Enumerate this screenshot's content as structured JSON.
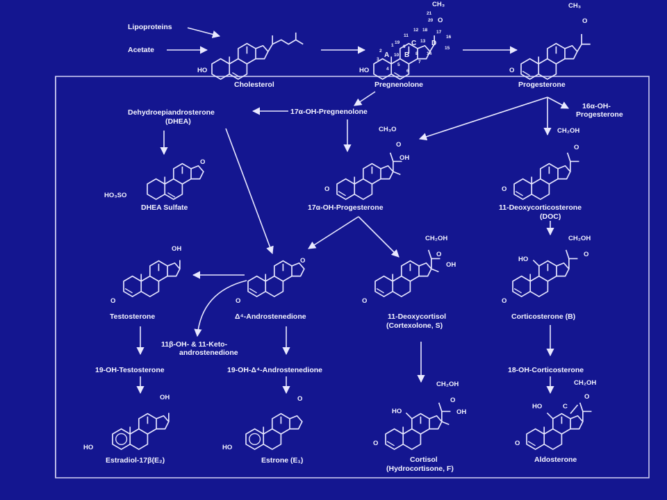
{
  "compounds": {
    "lipoproteins": "Lipoproteins",
    "acetate": "Acetate",
    "cholesterol": "Cholesterol",
    "pregnenolone": "Pregnenolone",
    "progesterone": "Progesterone",
    "dhea": "Dehydroepiandrosterone",
    "dhea_abbr": "(DHEA)",
    "oh_pregnenolone": "17α-OH-Pregnenolone",
    "oh16_progesterone_1": "16α-OH-",
    "oh16_progesterone_2": "Progesterone",
    "dhea_sulfate": "DHEA Sulfate",
    "oh17_progesterone": "17α-OH-Progesterone",
    "doc": "11-Deoxycorticosterone",
    "doc_abbr": "(DOC)",
    "testosterone": "Testosterone",
    "androstenedione": "Δ⁴-Androstenedione",
    "deoxycortisol": "11-Deoxycortisol",
    "deoxycortisol_alt": "(Cortexolone, S)",
    "corticosterone": "Corticosterone (B)",
    "keto_1": "11β-OH- & 11-Keto-",
    "keto_2": "androstenedione",
    "oh19_testosterone": "19-OH-Testosterone",
    "oh19_androstenedione": "19-OH-Δ⁴-Androstenedione",
    "oh18_corticosterone": "18-OH-Corticosterone",
    "estradiol": "Estradiol-17β(E₂)",
    "estrone": "Estrone (E₁)",
    "cortisol": "Cortisol",
    "cortisol_alt": "(Hydrocortisone, F)",
    "aldosterone": "Aldosterone"
  },
  "groups": {
    "ho": "HO",
    "oh": "OH",
    "o": "O",
    "ch3": "CH₃",
    "ch2oh": "CH₂OH",
    "ch3o": "CH₃O",
    "ho3so": "HO₃SO",
    "ho_c": "HO",
    "c": "C"
  },
  "ring_labels": {
    "a": "A",
    "b": "B",
    "c": "C",
    "d": "D"
  },
  "numbering": [
    "1",
    "2",
    "3",
    "4",
    "5",
    "6",
    "7",
    "8",
    "9",
    "10",
    "11",
    "12",
    "13",
    "14",
    "15",
    "16",
    "17",
    "18",
    "19",
    "20",
    "21"
  ],
  "colors": {
    "background": "#141690",
    "ink": "#e6e6ff"
  }
}
